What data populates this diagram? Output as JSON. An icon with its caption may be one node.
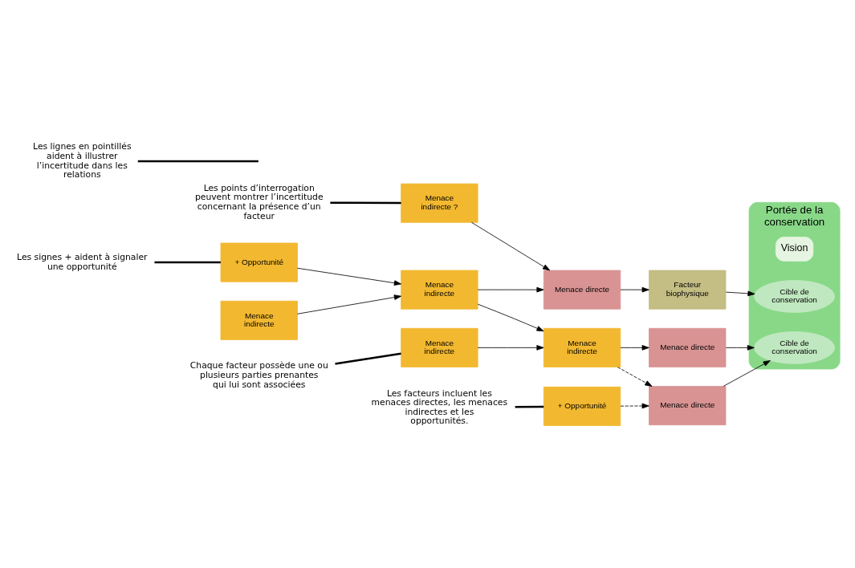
{
  "diagram": {
    "nodes": [
      {
        "text": [
          "+ Opportunité"
        ]
      },
      {
        "text": [
          "Menace directe"
        ]
      },
      {
        "text": [
          "Portée de la conservation"
        ]
      },
      {
        "text": [
          "Vision"
        ],
        "in": 2
      },
      {
        "text": [
          "Cible de conservation"
        ],
        "in": 2
      },
      {
        "text": [
          "Cible de conservation"
        ],
        "in": 2
      },
      {
        "text": [
          "Menace indirecte"
        ]
      },
      {
        "text": [
          "Menace indirecte"
        ]
      },
      {
        "text": [
          "Menace directe"
        ]
      },
      {
        "text": [
          "+ Opportunité"
        ]
      },
      {
        "text": [
          "Menace indirecte"
        ]
      },
      {
        "text": [
          "Menace directe"
        ]
      },
      {
        "text": [
          "Facteur biophysique"
        ]
      },
      {
        "text": [
          "Menace indirecte"
        ]
      },
      {
        "text": [
          "Menace indirecte ?"
        ]
      },
      {
        "text": [
          "Les facteurs incluent les menaces directes, les menaces indirectes et les opportunités."
        ]
      },
      {
        "text": [
          "Les lignes en pointillés aident à illustrer l’incertitude dans les relations"
        ]
      },
      {
        "text": [
          "Chaque facteur possède une ou plusieurs parties prenantes qui lui sont associées"
        ]
      },
      {
        "text": [
          "Les signes + aident à signaler une opportunité"
        ]
      },
      {
        "text": [
          "Les points d’interrogation peuvent montrer l’incertitude concernant la présence d’un facteur"
        ]
      }
    ],
    "edges": [
      {
        "from": 0,
        "to": 1,
        "arrow": "to",
        "style": "dashed"
      },
      {
        "from": 7,
        "to": 1,
        "arrow": "to",
        "style": "dashed"
      },
      {
        "from": 6,
        "to": 7,
        "arrow": "to"
      },
      {
        "from": 7,
        "to": 8,
        "arrow": "to"
      },
      {
        "from": 1,
        "to": 4,
        "arrow": "to"
      },
      {
        "from": 8,
        "to": 4,
        "arrow": "to"
      },
      {
        "from": 9,
        "to": 10,
        "arrow": "to"
      },
      {
        "from": 10,
        "to": 7,
        "arrow": "to"
      },
      {
        "from": 10,
        "to": 11,
        "arrow": "to"
      },
      {
        "from": 11,
        "to": 12,
        "arrow": "to"
      },
      {
        "from": 12,
        "to": 5,
        "arrow": "to"
      },
      {
        "from": 13,
        "to": 10,
        "arrow": "to"
      },
      {
        "from": 14,
        "to": 11,
        "arrow": "to"
      },
      {
        "from": 15,
        "to": 0,
        "arrow": "none",
        "style": "thick"
      },
      {
        "from": 16,
        "to": null,
        "arrow": "none",
        "style": "thick"
      },
      {
        "from": 17,
        "to": 6,
        "arrow": "none",
        "style": "thick"
      },
      {
        "from": 18,
        "to": 9,
        "arrow": "none",
        "style": "thick"
      },
      {
        "from": 19,
        "to": 14,
        "arrow": "none",
        "style": "thick"
      }
    ]
  }
}
